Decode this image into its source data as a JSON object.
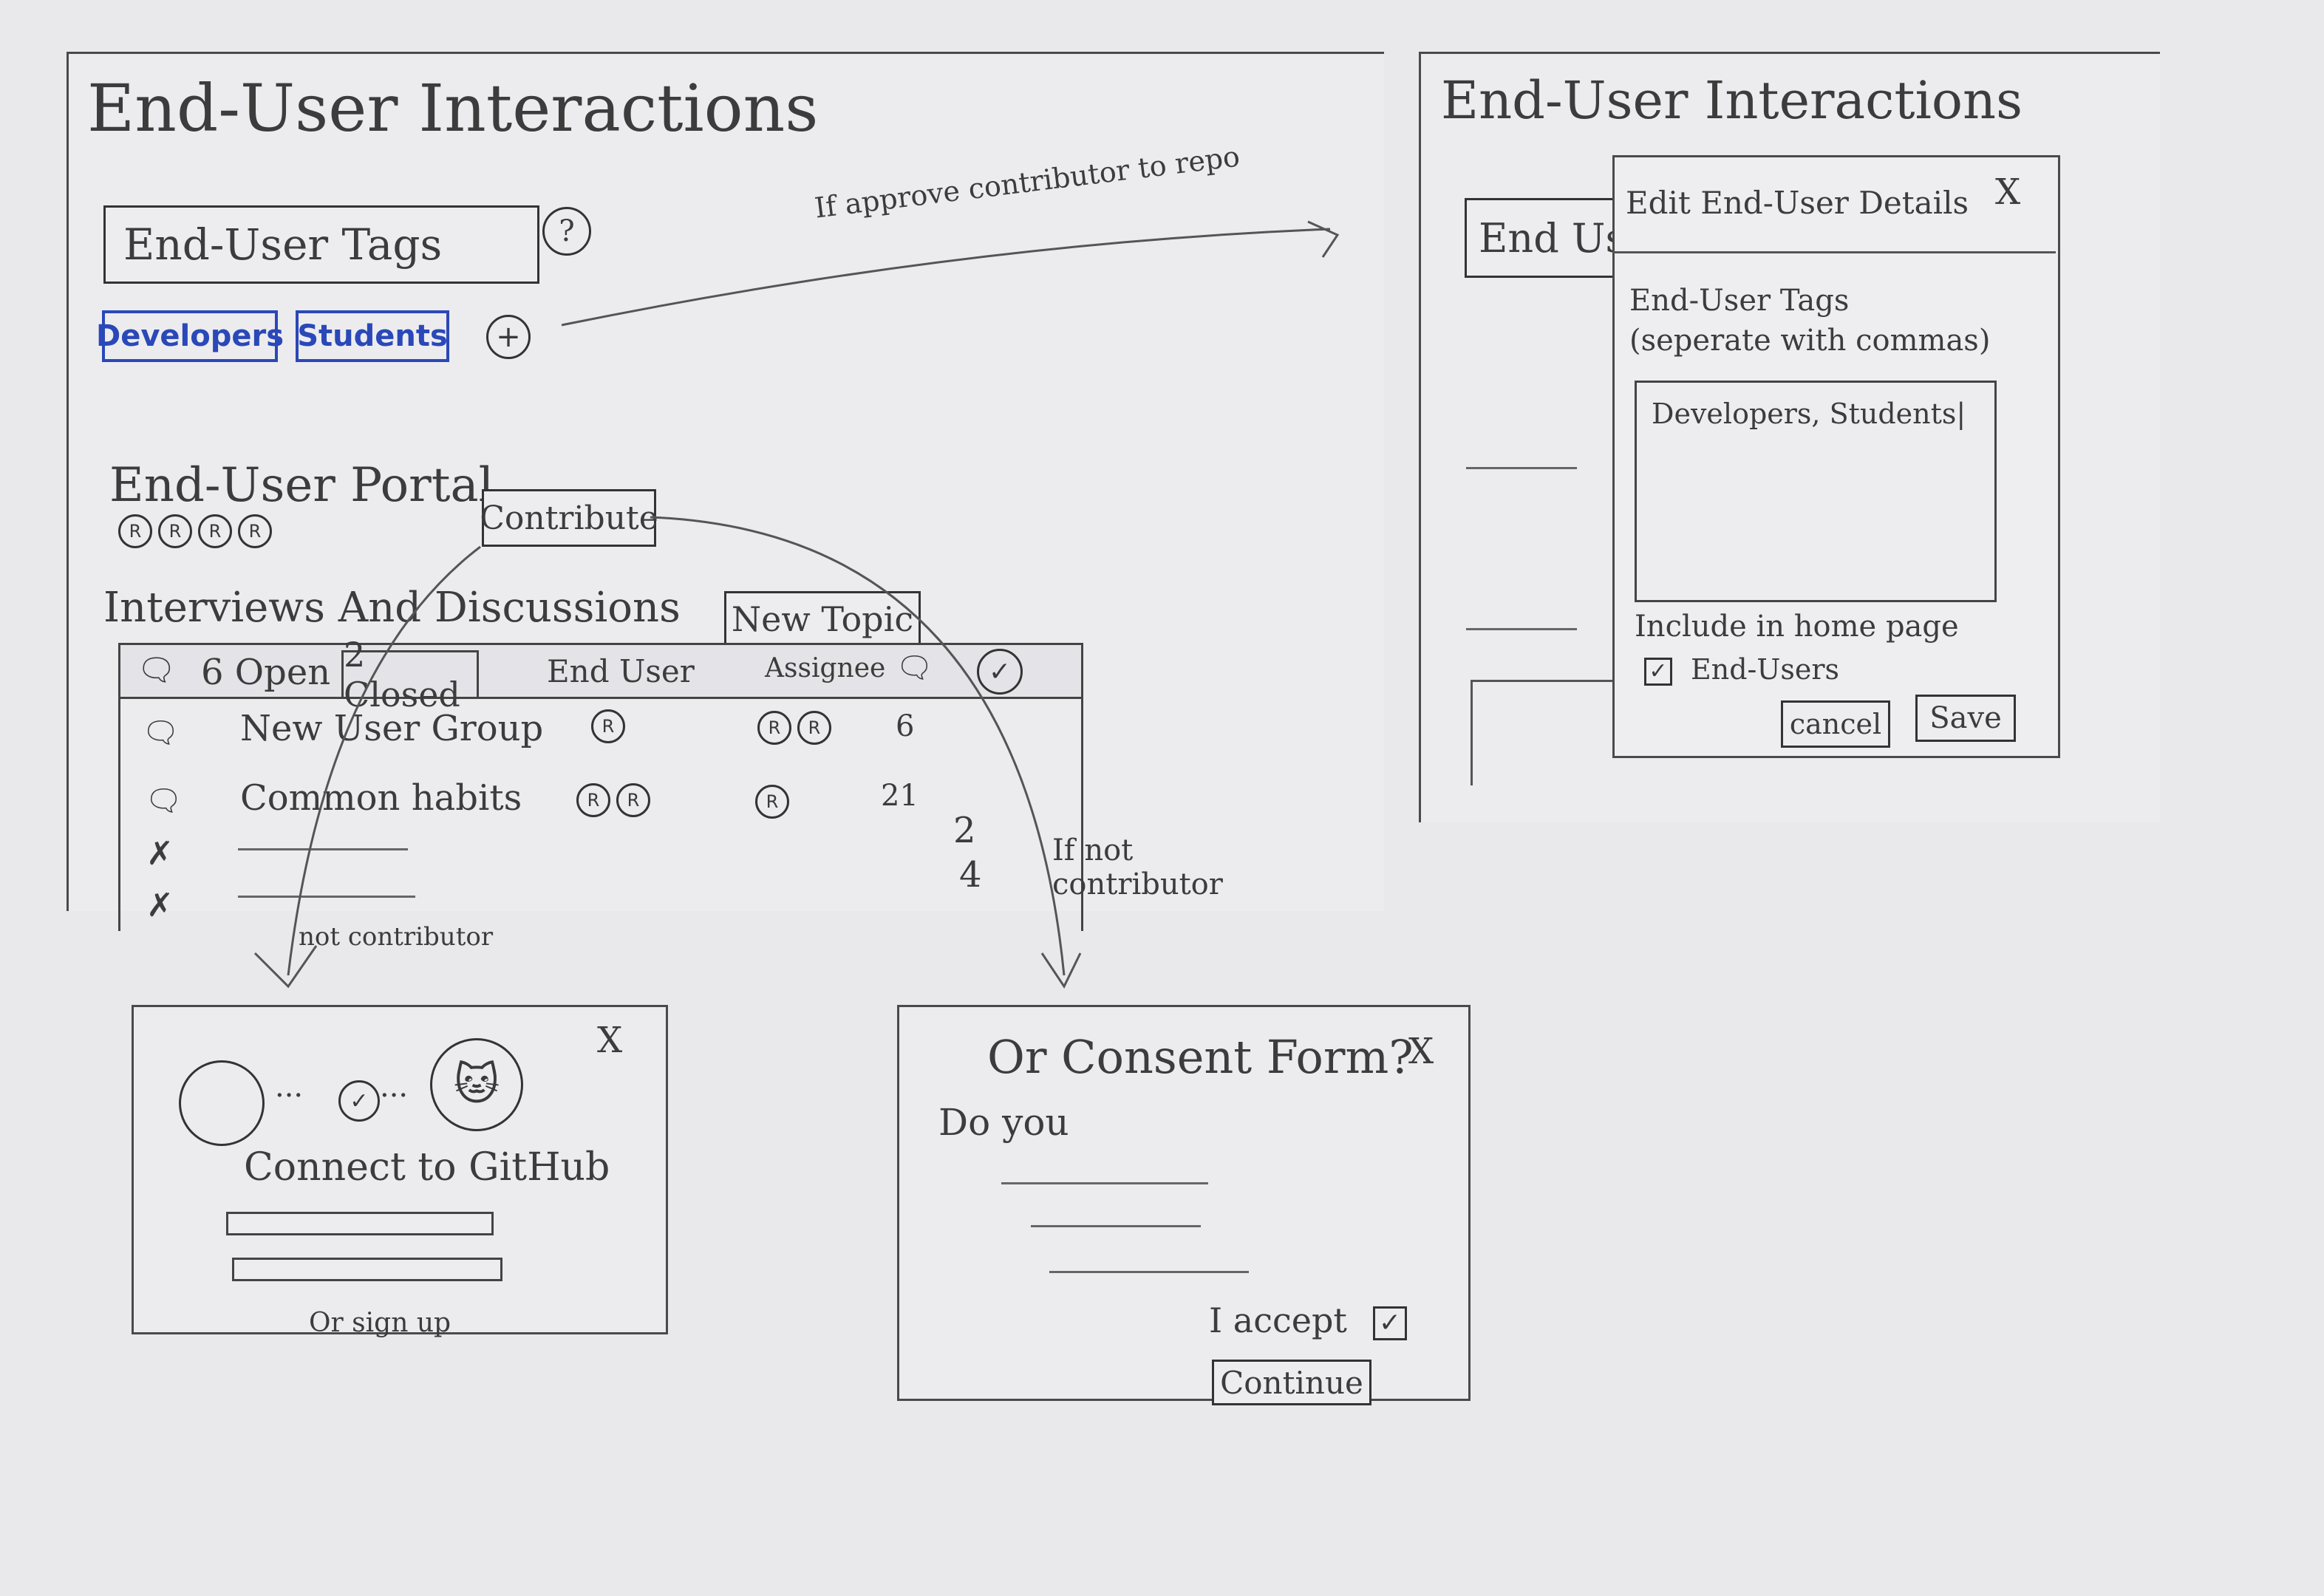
{
  "main_panel": {
    "title": "End-User Interactions",
    "tags_field": "End-User Tags",
    "help_icon": "?",
    "tags": [
      "Developers",
      "Students"
    ],
    "add_icon": "+",
    "portal": {
      "title": "End-User Portal",
      "avatars": [
        "R",
        "R",
        "R",
        "R"
      ],
      "contribute_label": "Contribute"
    },
    "discussions": {
      "title": "Interviews And Discussions",
      "new_topic_label": "New Topic",
      "open_label": "6 Open",
      "closed_label": "2 Closed",
      "col_end_user": "End User",
      "col_assignee": "Assignee",
      "rows": [
        {
          "topic": "New User Group",
          "end_user_avatars": [
            "R"
          ],
          "assignee_avatars": [
            "R",
            "R"
          ],
          "count": "6"
        },
        {
          "topic": "Common habits",
          "end_user_avatars": [
            "R",
            "R"
          ],
          "assignee_avatars": [
            "R"
          ],
          "count": "21"
        }
      ],
      "closed_counts": [
        "2",
        "4"
      ]
    }
  },
  "annotations": {
    "if_approve": "If approve contributor to repo",
    "not_contributor": "not contributor",
    "if_not_contributor": "If not contributor"
  },
  "right_panel": {
    "title": "End-User Interactions",
    "tags_field_partial": "End Us",
    "dialog": {
      "title": "Edit End-User Details",
      "close_icon": "X",
      "tags_label": "End-User Tags (seperate with commas)",
      "tags_value": "Developers, Students|",
      "include_label": "Include in home page",
      "end_users_label": "End-Users",
      "cancel_label": "cancel",
      "save_label": "Save"
    }
  },
  "github_dialog": {
    "close_icon": "X",
    "title": "Connect to GitHub",
    "signup_label": "Or sign up"
  },
  "consent_dialog": {
    "title": "Or Consent Form?",
    "close_icon": "X",
    "intro": "Do you",
    "accept_label": "I accept",
    "continue_label": "Continue"
  },
  "colors": {
    "tag_blue": "#2a48b8",
    "paper": "#e9e9ec",
    "pencil": "#3a3a3a"
  }
}
